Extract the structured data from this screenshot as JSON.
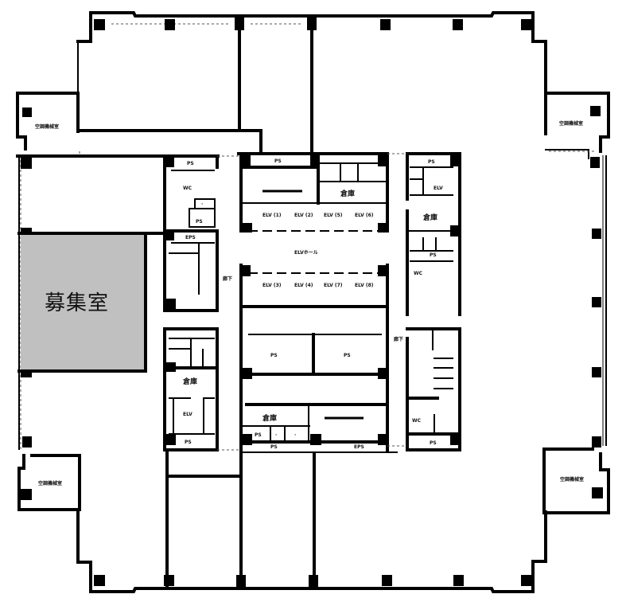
{
  "floor_plan": {
    "highlighted_room": {
      "label": "募集室",
      "fill": "#c0c0c0"
    },
    "annexes": {
      "top_left": "空調機械室",
      "top_right": "空調機械室",
      "bottom_left": "空調機械室",
      "bottom_right": "空調機械室"
    },
    "core": {
      "elevators_top": [
        "ELV (1)",
        "ELV (2)",
        "ELV (5)",
        "ELV (6)"
      ],
      "elevators_bottom": [
        "ELV (3)",
        "ELV (4)",
        "ELV (7)",
        "ELV (8)"
      ],
      "elevator_hall": "ELVホール",
      "storage_top": "倉庫",
      "storage_bottom": "倉庫",
      "room_right": "倉庫",
      "room_left": "倉庫",
      "elv_small_right": "ELV",
      "elv_small_left": "ELV",
      "shaft_a": "PS",
      "shaft_b": "PS",
      "toilet_left": "WC",
      "toilet_right": "WC",
      "corridor_left": "廊下",
      "corridor_right": "廊下"
    },
    "colors": {
      "wall": "#000000",
      "background": "#ffffff",
      "highlight": "#c0c0c0"
    }
  }
}
